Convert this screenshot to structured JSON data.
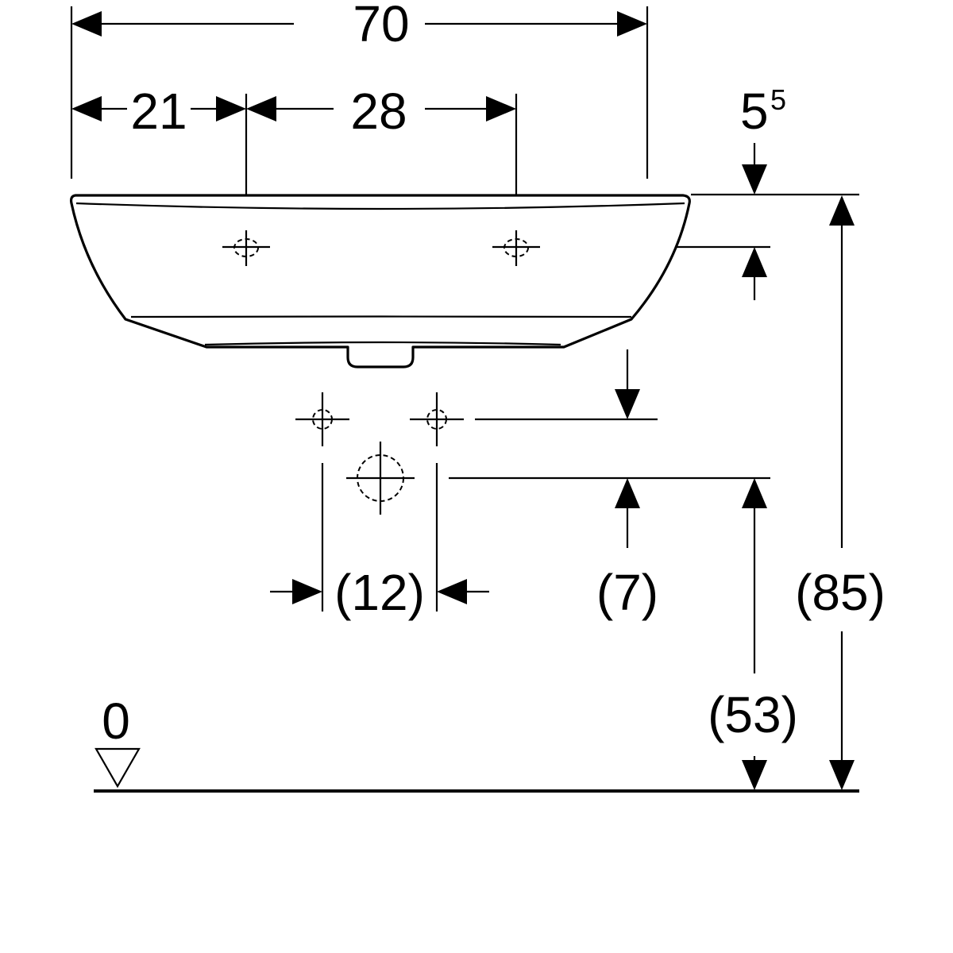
{
  "dimensions": {
    "total_width": "70",
    "left_to_tap_hole": "21",
    "tap_hole_spacing": "28",
    "rim_to_tap_hole_base": "5",
    "rim_to_tap_hole_sup": "5",
    "supply_spacing": "(12)",
    "waste_to_supply": "(7)",
    "waste_height": "(53)",
    "rim_height": "(85)",
    "floor_level": "0"
  },
  "colors": {
    "line": "#000000",
    "background": "#ffffff"
  }
}
